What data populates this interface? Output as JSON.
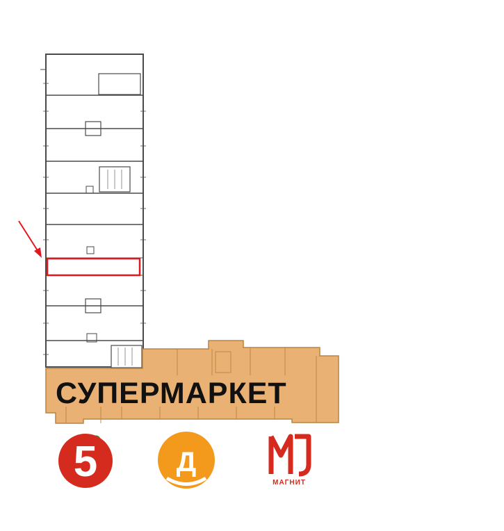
{
  "plan": {
    "colors": {
      "wall": "#4a4a4a",
      "highlight": "#e3181f",
      "arrow": "#e3181f",
      "supermarket_fill": "#e9b274",
      "supermarket_stroke": "#b98340"
    },
    "highlighted_unit": "selected-retail-unit",
    "supermarket_label": "СУПЕРМАРКЕТ"
  },
  "brands": [
    {
      "name": "pyaterochka-logo",
      "glyph": "5",
      "color": "#d52b1e",
      "leaf_color": "#3a9a35"
    },
    {
      "name": "dixy-logo",
      "glyph": "Д",
      "color": "#f39a1c"
    },
    {
      "name": "magnit-logo",
      "text": "МАГНИТ",
      "color": "#d52b1e"
    }
  ]
}
